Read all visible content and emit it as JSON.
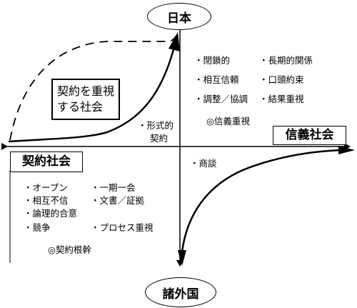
{
  "axes": {
    "top": "日本",
    "bottom": "諸外国",
    "left": "契約社会",
    "right": "信義社会"
  },
  "contract_emphasis_box": {
    "line1": "契約を重視",
    "line2": "する社会"
  },
  "formal_contract": {
    "line1": "・形式的",
    "line2": "契約"
  },
  "japan_traits": {
    "col1": [
      "・閉鎖的",
      "・相互信頼",
      "・調整／協調"
    ],
    "col2": [
      "・長期的関係",
      "・口頭約束",
      "・結果重視"
    ],
    "summary": "◎信義重視"
  },
  "foreign_traits": {
    "negotiation": "・商談"
  },
  "contract_traits": {
    "col1": [
      "・オープン",
      "・相互不信",
      "・論理的合意",
      "・競争"
    ],
    "col2": [
      "・一期一会",
      "・文書／証拠",
      "・プロセス重視"
    ],
    "summary": "◎契約根幹"
  }
}
